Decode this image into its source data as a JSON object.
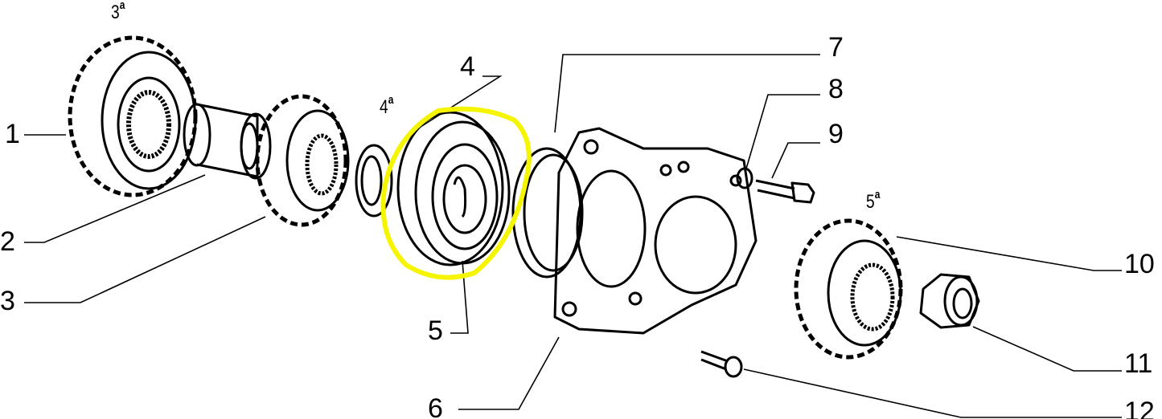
{
  "diagram": {
    "type": "exploded-parts-view",
    "highlight_color": "#f5f500",
    "highlighted_callouts": [
      "4",
      "5"
    ],
    "gear_labels": [
      {
        "id": "gear-3rd",
        "number": "3",
        "suffix": "a"
      },
      {
        "id": "gear-4th",
        "number": "4",
        "suffix": "a"
      },
      {
        "id": "gear-5th",
        "number": "5",
        "suffix": "a"
      }
    ],
    "callouts": [
      {
        "id": "1",
        "label": "1"
      },
      {
        "id": "2",
        "label": "2"
      },
      {
        "id": "3",
        "label": "3"
      },
      {
        "id": "4",
        "label": "4"
      },
      {
        "id": "5",
        "label": "5"
      },
      {
        "id": "6",
        "label": "6"
      },
      {
        "id": "7",
        "label": "7"
      },
      {
        "id": "8",
        "label": "8"
      },
      {
        "id": "9",
        "label": "9"
      },
      {
        "id": "10",
        "label": "10"
      },
      {
        "id": "11",
        "label": "11"
      },
      {
        "id": "12",
        "label": "12"
      }
    ]
  }
}
